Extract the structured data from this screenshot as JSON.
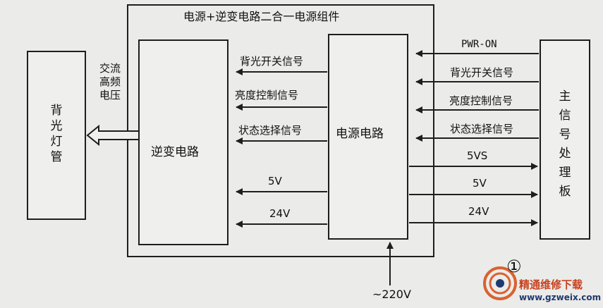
{
  "diagram": {
    "outer_title": "电源+逆变电路二合一电源组件",
    "backlight": "背光灯管",
    "ac_hv": "交流高频电压",
    "inverter": "逆变电路",
    "power": "电源电路",
    "main_board": "主信号处理板",
    "left_signals": [
      "背光开关信号",
      "亮度控制信号",
      "状态选择信号"
    ],
    "left_5v": "5V",
    "left_24v": "24V",
    "right_in": [
      "PWR-ON",
      "背光开关信号",
      "亮度控制信号",
      "状态选择信号"
    ],
    "right_out": [
      "5VS",
      "5V",
      "24V"
    ],
    "ac_input": "~220V",
    "circle_num": "①"
  },
  "watermark": {
    "text": "精通维修下载",
    "url": "www.gzweix.com"
  },
  "colors": {
    "line": "#1e1e1e",
    "background": "#ebebea",
    "watermark_red": "#c8421e",
    "watermark_blue": "#1f3a6e"
  }
}
